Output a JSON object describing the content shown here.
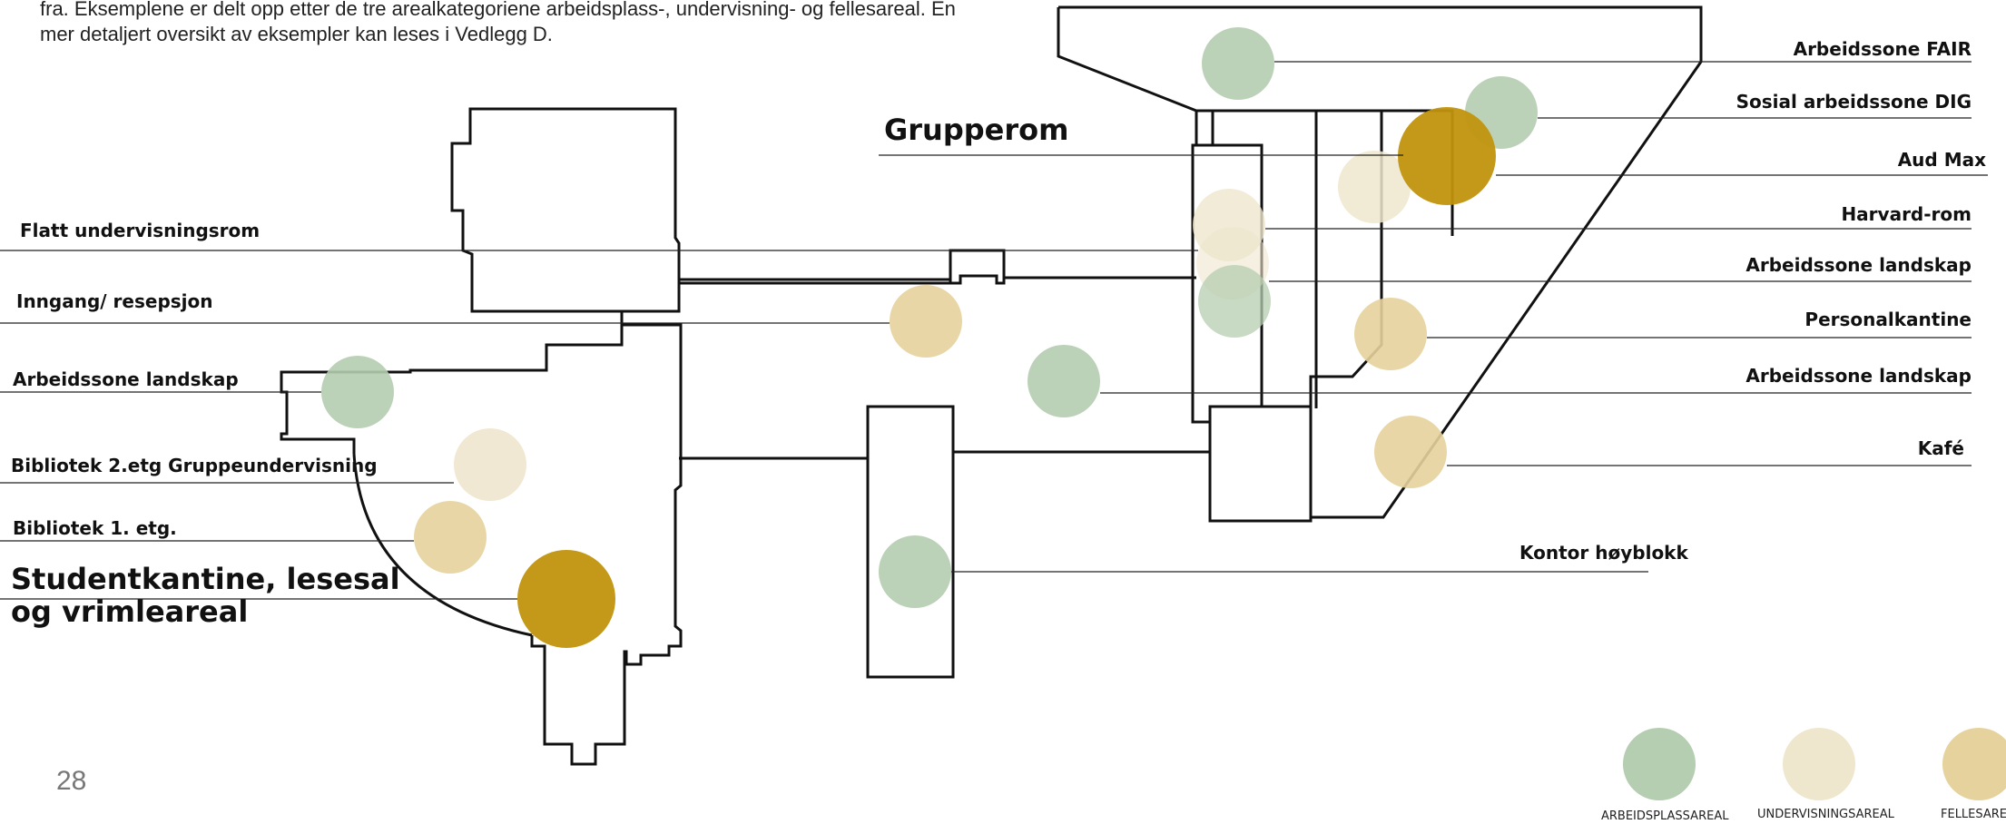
{
  "intro_text": "fra. Eksemplene er delt opp etter de tre arealkategoriene arbeidsplass-, undervisning- og fellesareal. En mer detaljert oversikt av eksempler kan leses i Vedlegg D.",
  "page_number": "28",
  "colors": {
    "arbeidsplass": "#b5cdb0",
    "undervisning": "#eee6cd",
    "felles": "#e6d29c",
    "felles_strong": "#c1930e",
    "outline": "#111111"
  },
  "labels": {
    "grupperom": "Grupperom",
    "flatt": "Flatt undervisningsrom",
    "inngang": "Inngang/ resepsjon",
    "arb_landskap_left": "Arbeidssone landskap",
    "bibliotek2": "Bibliotek 2.etg Gruppeundervisning",
    "bibliotek1": "Bibliotek 1. etg.",
    "studentkantine": "Studentkantine, lesesal og vrimleareal",
    "fair": "Arbeidssone FAIR",
    "dig": "Sosial arbeidssone DIG",
    "audmax": "Aud Max",
    "harvard": "Harvard-rom",
    "arb_landskap_r1": "Arbeidssone landskap",
    "personalkantine": "Personalkantine",
    "arb_landskap_r2": "Arbeidssone landskap",
    "kafe": "Kafé",
    "kontor": "Kontor høyblokk"
  },
  "legend": {
    "arbeidsplass": "ARBEIDSPLASSAREAL",
    "undervisning": "UNDERVISNINGSAREAL",
    "felles": "FELLESAREAL"
  }
}
